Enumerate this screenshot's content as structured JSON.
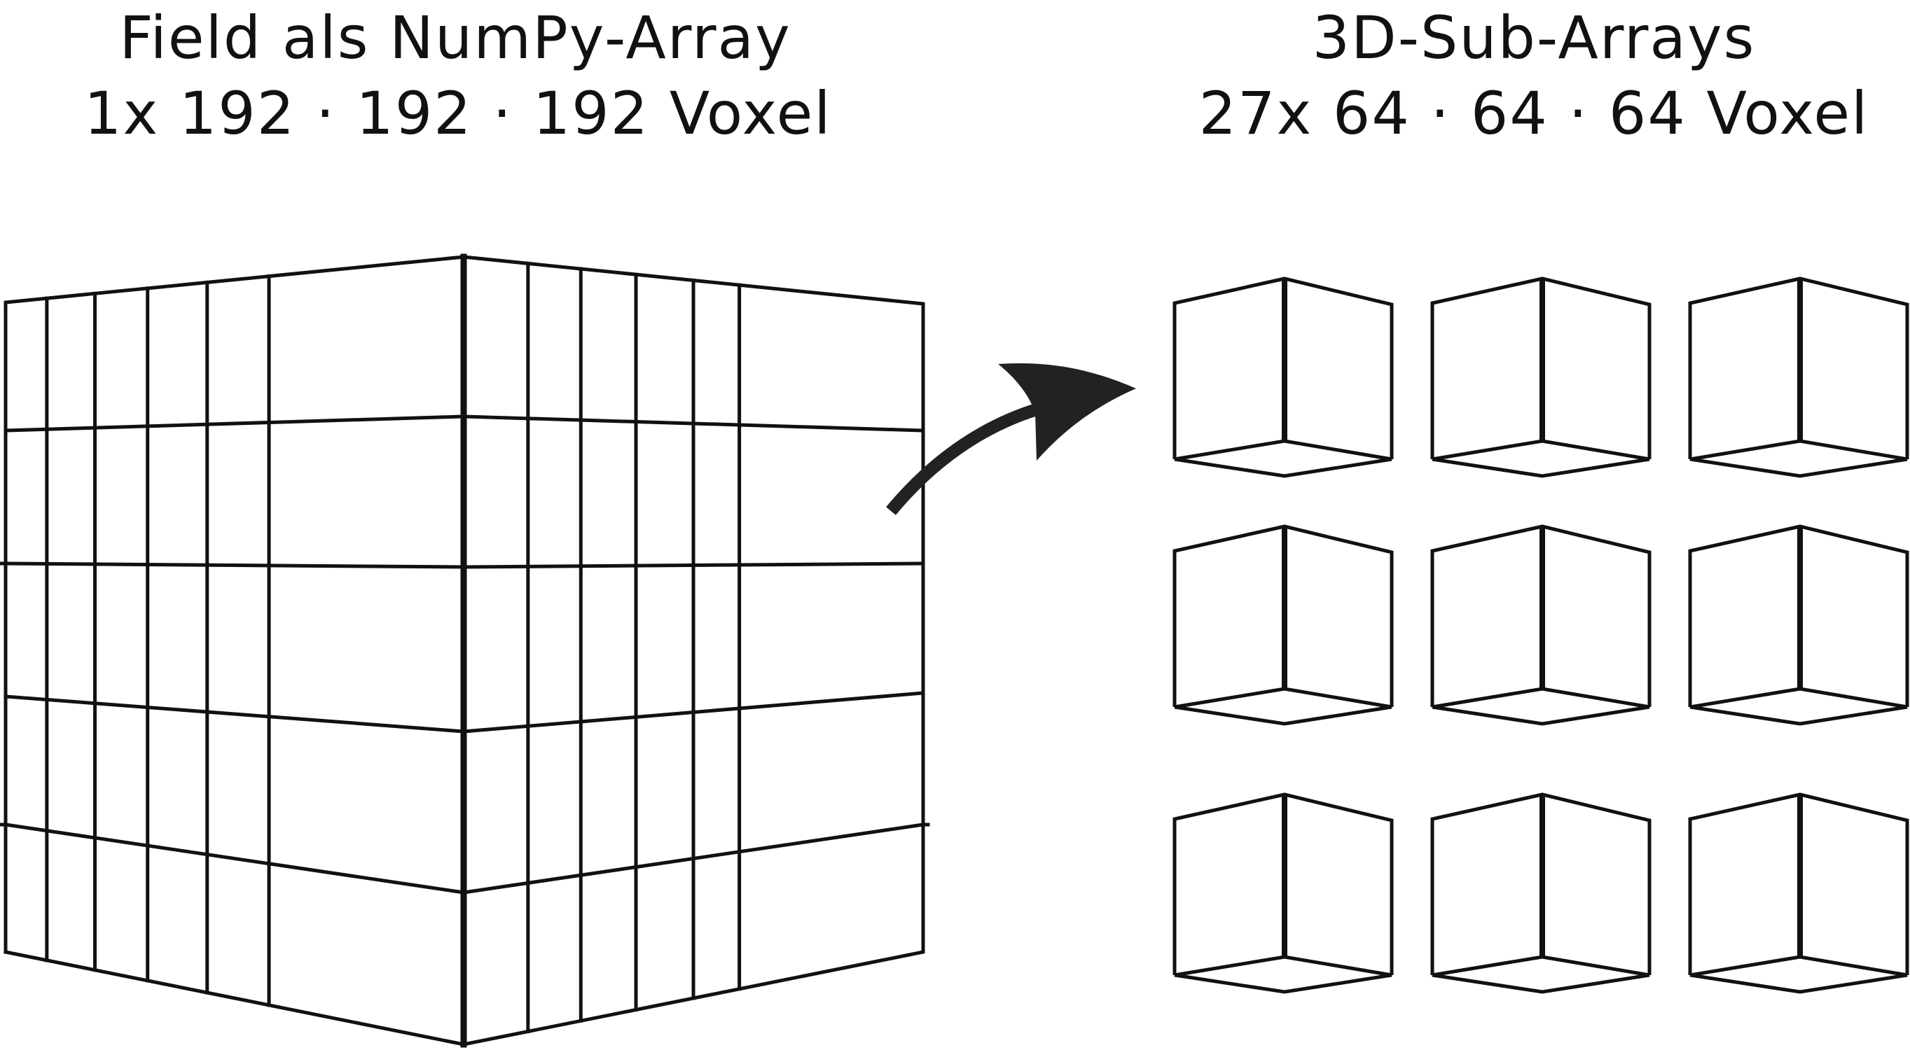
{
  "left_panel": {
    "title_line1": "Field als NumPy-Array",
    "title_line2": "1x 192 · 192 · 192 Voxel",
    "grid": {
      "rows": 5,
      "columns_left_face": 5,
      "columns_right_face": 5
    }
  },
  "right_panel": {
    "title_line1": "3D-Sub-Arrays",
    "title_line2": "27x 64 · 64 · 64 Voxel",
    "cubes": {
      "rows": 3,
      "columns": 3
    }
  },
  "colors": {
    "stroke": "#111111",
    "arrow": "#222222",
    "background": "#ffffff"
  },
  "icons": {
    "transform_arrow": "curved-arrow-icon"
  }
}
